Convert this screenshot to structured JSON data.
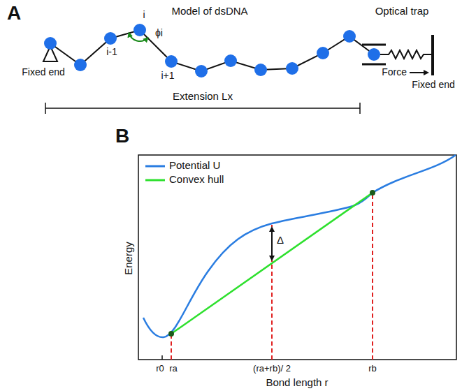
{
  "diagram": {
    "labels": [
      "A",
      "Model of dsDNA",
      "Optical trap",
      "i-1",
      "i",
      "i+1",
      "ϕi",
      "Fixed end",
      "Force",
      "Fixed end",
      "Extension Lx",
      "B",
      "Energy",
      "Δ",
      "r0",
      "ra",
      "(ra+rb)/ 2",
      "rb",
      "Bond length r"
    ],
    "legend": [
      {
        "text": "Potential U",
        "color": "#2a7de1"
      },
      {
        "text": "Convex hull",
        "color": "#2ee02e"
      }
    ]
  }
}
